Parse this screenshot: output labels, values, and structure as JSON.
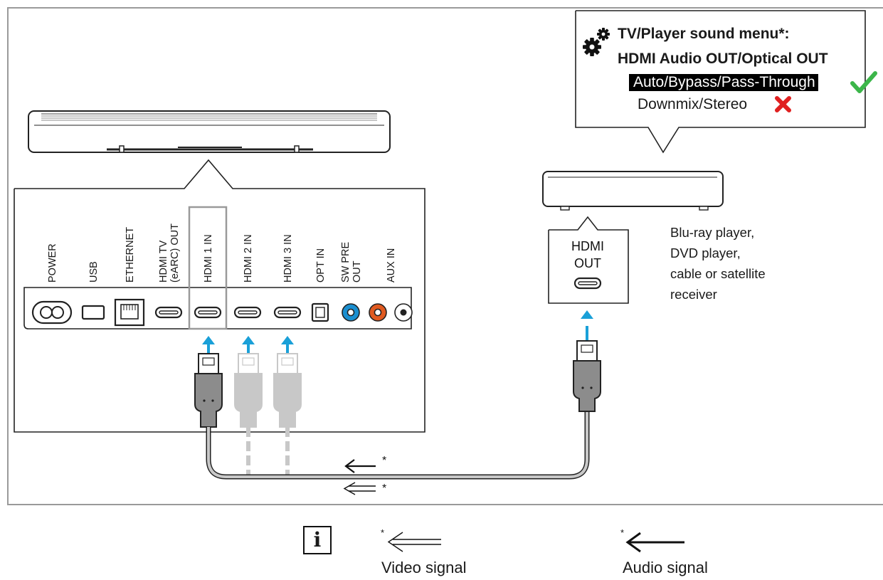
{
  "bubble": {
    "title_line1": "TV/Player sound menu*:",
    "title_line2": "HDMI Audio OUT/Optical OUT",
    "option_ok": "Auto/Bypass/Pass-Through",
    "option_bad": "Downmix/Stereo",
    "icon": "gears-icon"
  },
  "ports": [
    "POWER",
    "USB",
    "ETHERNET",
    "HDMI TV\n(eARC) OUT",
    "HDMI 1 IN",
    "HDMI 2 IN",
    "HDMI 3 IN",
    "OPT IN",
    "SW PRE\nOUT",
    "AUX IN"
  ],
  "player": {
    "port_label_line1": "HDMI",
    "port_label_line2": "OUT",
    "description": [
      "Blu-ray player,",
      "DVD player,",
      "cable or satellite",
      "receiver"
    ]
  },
  "arrows": {
    "audio_marker": "*",
    "video_marker": "*"
  },
  "legend": {
    "info_icon": "i",
    "video_marker": "*",
    "video_label": "Video signal",
    "audio_marker": "*",
    "audio_label": "Audio signal"
  },
  "colors": {
    "signal_arrow": "#1aa0d8",
    "cable_active": "#8c8c8c",
    "cable_inactive": "#c8c8c8",
    "check": "#3cb64a",
    "cross": "#e02020",
    "jack_blue": "#1a8fd0",
    "jack_orange": "#e05a20",
    "frame": "#9a9a9a"
  }
}
